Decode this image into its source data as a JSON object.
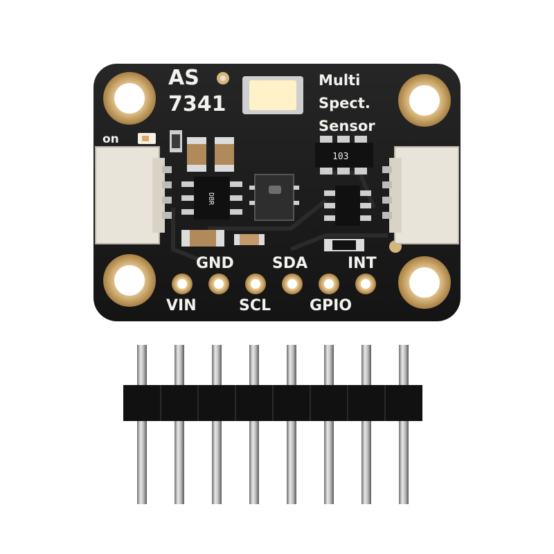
{
  "board": {
    "chip_line1": "AS",
    "chip_line2": "7341",
    "title_line1": "Multi",
    "title_line2": "Spect.",
    "title_line3": "Sensor",
    "on_label": "on",
    "resistor_code": "103",
    "ic_marking": "DBR",
    "pins_top": [
      "GND",
      "SDA",
      "INT"
    ],
    "pins_bottom": [
      "VIN",
      "SCL",
      "GPIO"
    ]
  },
  "colors": {
    "pcb": "#1b1b1b",
    "silkscreen": "#f2f2ee",
    "gold": "#c8a46a",
    "connector": "#e9e4da",
    "led": "#fff2c8"
  },
  "header": {
    "pin_count": 8
  }
}
